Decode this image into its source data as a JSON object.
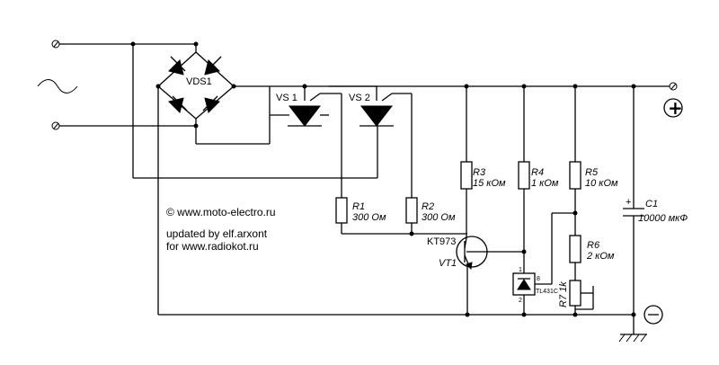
{
  "credits": {
    "copyright": "© www.moto-electro.ru",
    "updated_by": "updated by elf.arxont",
    "for_site": "for www.radiokot.ru"
  },
  "components": {
    "bridge": {
      "ref": "VDS1"
    },
    "vs1": {
      "ref": "VS 1"
    },
    "vs2": {
      "ref": "VS 2"
    },
    "r1": {
      "ref": "R1",
      "value": "300 Ом"
    },
    "r2": {
      "ref": "R2",
      "value": "300 Ом"
    },
    "r3": {
      "ref": "R3",
      "value": "15 кОм"
    },
    "r4": {
      "ref": "R4",
      "value": "1 кОм"
    },
    "r5": {
      "ref": "R5",
      "value": "10 кОм"
    },
    "r6": {
      "ref": "R6",
      "value": "2 кОм"
    },
    "r7": {
      "ref": "R7",
      "value": "1k"
    },
    "c1": {
      "ref": "C1",
      "value": "10000 мкФ",
      "polarity": "+"
    },
    "vt1": {
      "ref": "VT1",
      "type": "KT973"
    },
    "tl431": {
      "type": "TL431C",
      "pin1": "1",
      "pin2": "2",
      "pin8": "8"
    }
  },
  "terminals": {
    "ac_symbol": "~",
    "positive": "+",
    "negative": "−"
  }
}
